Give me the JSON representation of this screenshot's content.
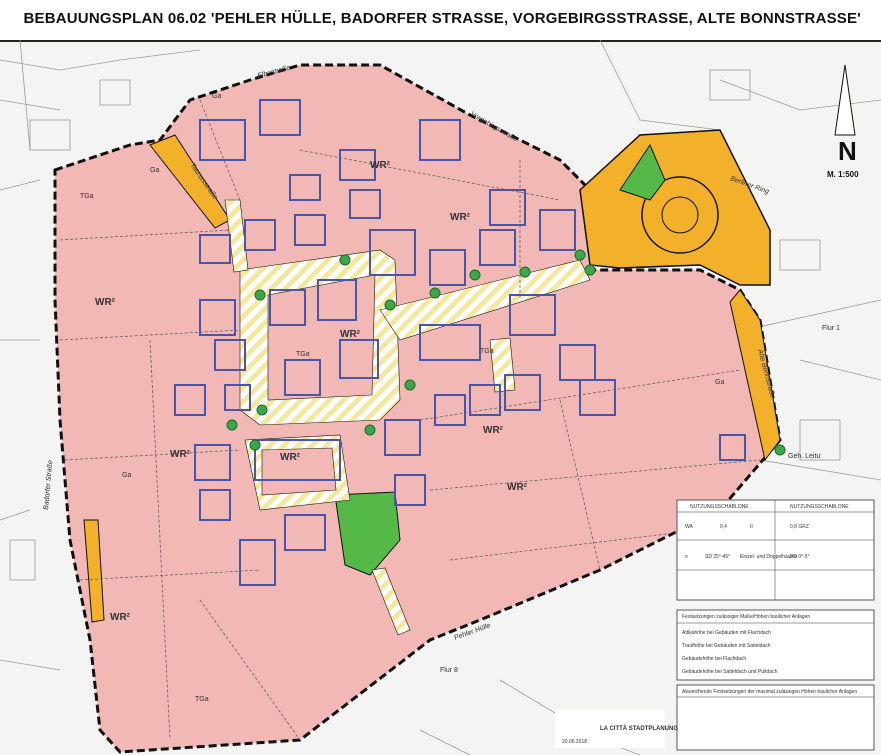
{
  "title": "BEBAUUNGSPLAN 06.02 'PEHLER HÜLLE, BADORFER STRASSE, VORGEBIRGSSTRASSE, ALTE BONNSTRASSE'",
  "north": {
    "letter": "N",
    "scale": "M. 1:500"
  },
  "colors": {
    "residential": "#f2b8b6",
    "traffic": "#f2b02b",
    "green": "#55b947",
    "hatch_a": "#f4e8a0",
    "boundary": "#111111",
    "building_outline": "#4a55a8",
    "tree": "#3aa84a"
  },
  "zones": {
    "wr1": "WR²",
    "wr2": "WR²",
    "wr3": "WR²",
    "wr4": "WR²",
    "wr5": "WR²",
    "wr6": "WR²",
    "wr7": "WR²",
    "wr8": "WR²",
    "wr9": "WR²"
  },
  "labels": {
    "tga1": "TGa",
    "tga2": "TGa",
    "tga3": "TGa",
    "tga4": "TGa",
    "ga1": "Ga",
    "ga2": "Ga",
    "ga3": "Ga",
    "ga4": "Ga",
    "flur1": "Flur 1",
    "flur8": "Flur 8",
    "geh": "Geh. Leitu"
  },
  "streets": {
    "elbestrasse": "Elbestraße",
    "vorgebirgsstrasse": "Vorgebirgsstraße",
    "badorfer": "Badorfer Straße",
    "alte_bonn": "Alte Bonnstraße",
    "pehler": "Pehler Hülle",
    "berliner": "Berliner Ring",
    "taunusstrasse": "Taunusstraße"
  },
  "legend": {
    "nutzungsschablone_left": "NUTZUNGSSCHABLONE",
    "nutzungsschablone_right": "NUTZUNGSSCHABLONE",
    "rows": [
      [
        "WA",
        "0,4",
        "II",
        "0,8 GRZ"
      ],
      [
        "o",
        "SD 25°-45°",
        "Einzel- und Doppelhäuser",
        "PD 0°-5°"
      ]
    ],
    "festsetzungen_title": "Festsetzungen zulässiger Maße/Höhen baulicher Anlagen",
    "festsetzungen2_title": "Abweichende Festsetzungen der maximal zulässigen Höhen baulicher Anlagen",
    "rows2": [
      "Attikahöhe bei Gebäuden mit Flachdach",
      "Traufhöhe bei Gebäuden mit Satteldach",
      "Gebäudehöhe bei Flachdach",
      "Gebäudehöhe bei Satteldach und Pultdach"
    ]
  },
  "credit": {
    "name": "LA CITTÀ STADTPLANUNG",
    "date": "20.06.2018"
  }
}
